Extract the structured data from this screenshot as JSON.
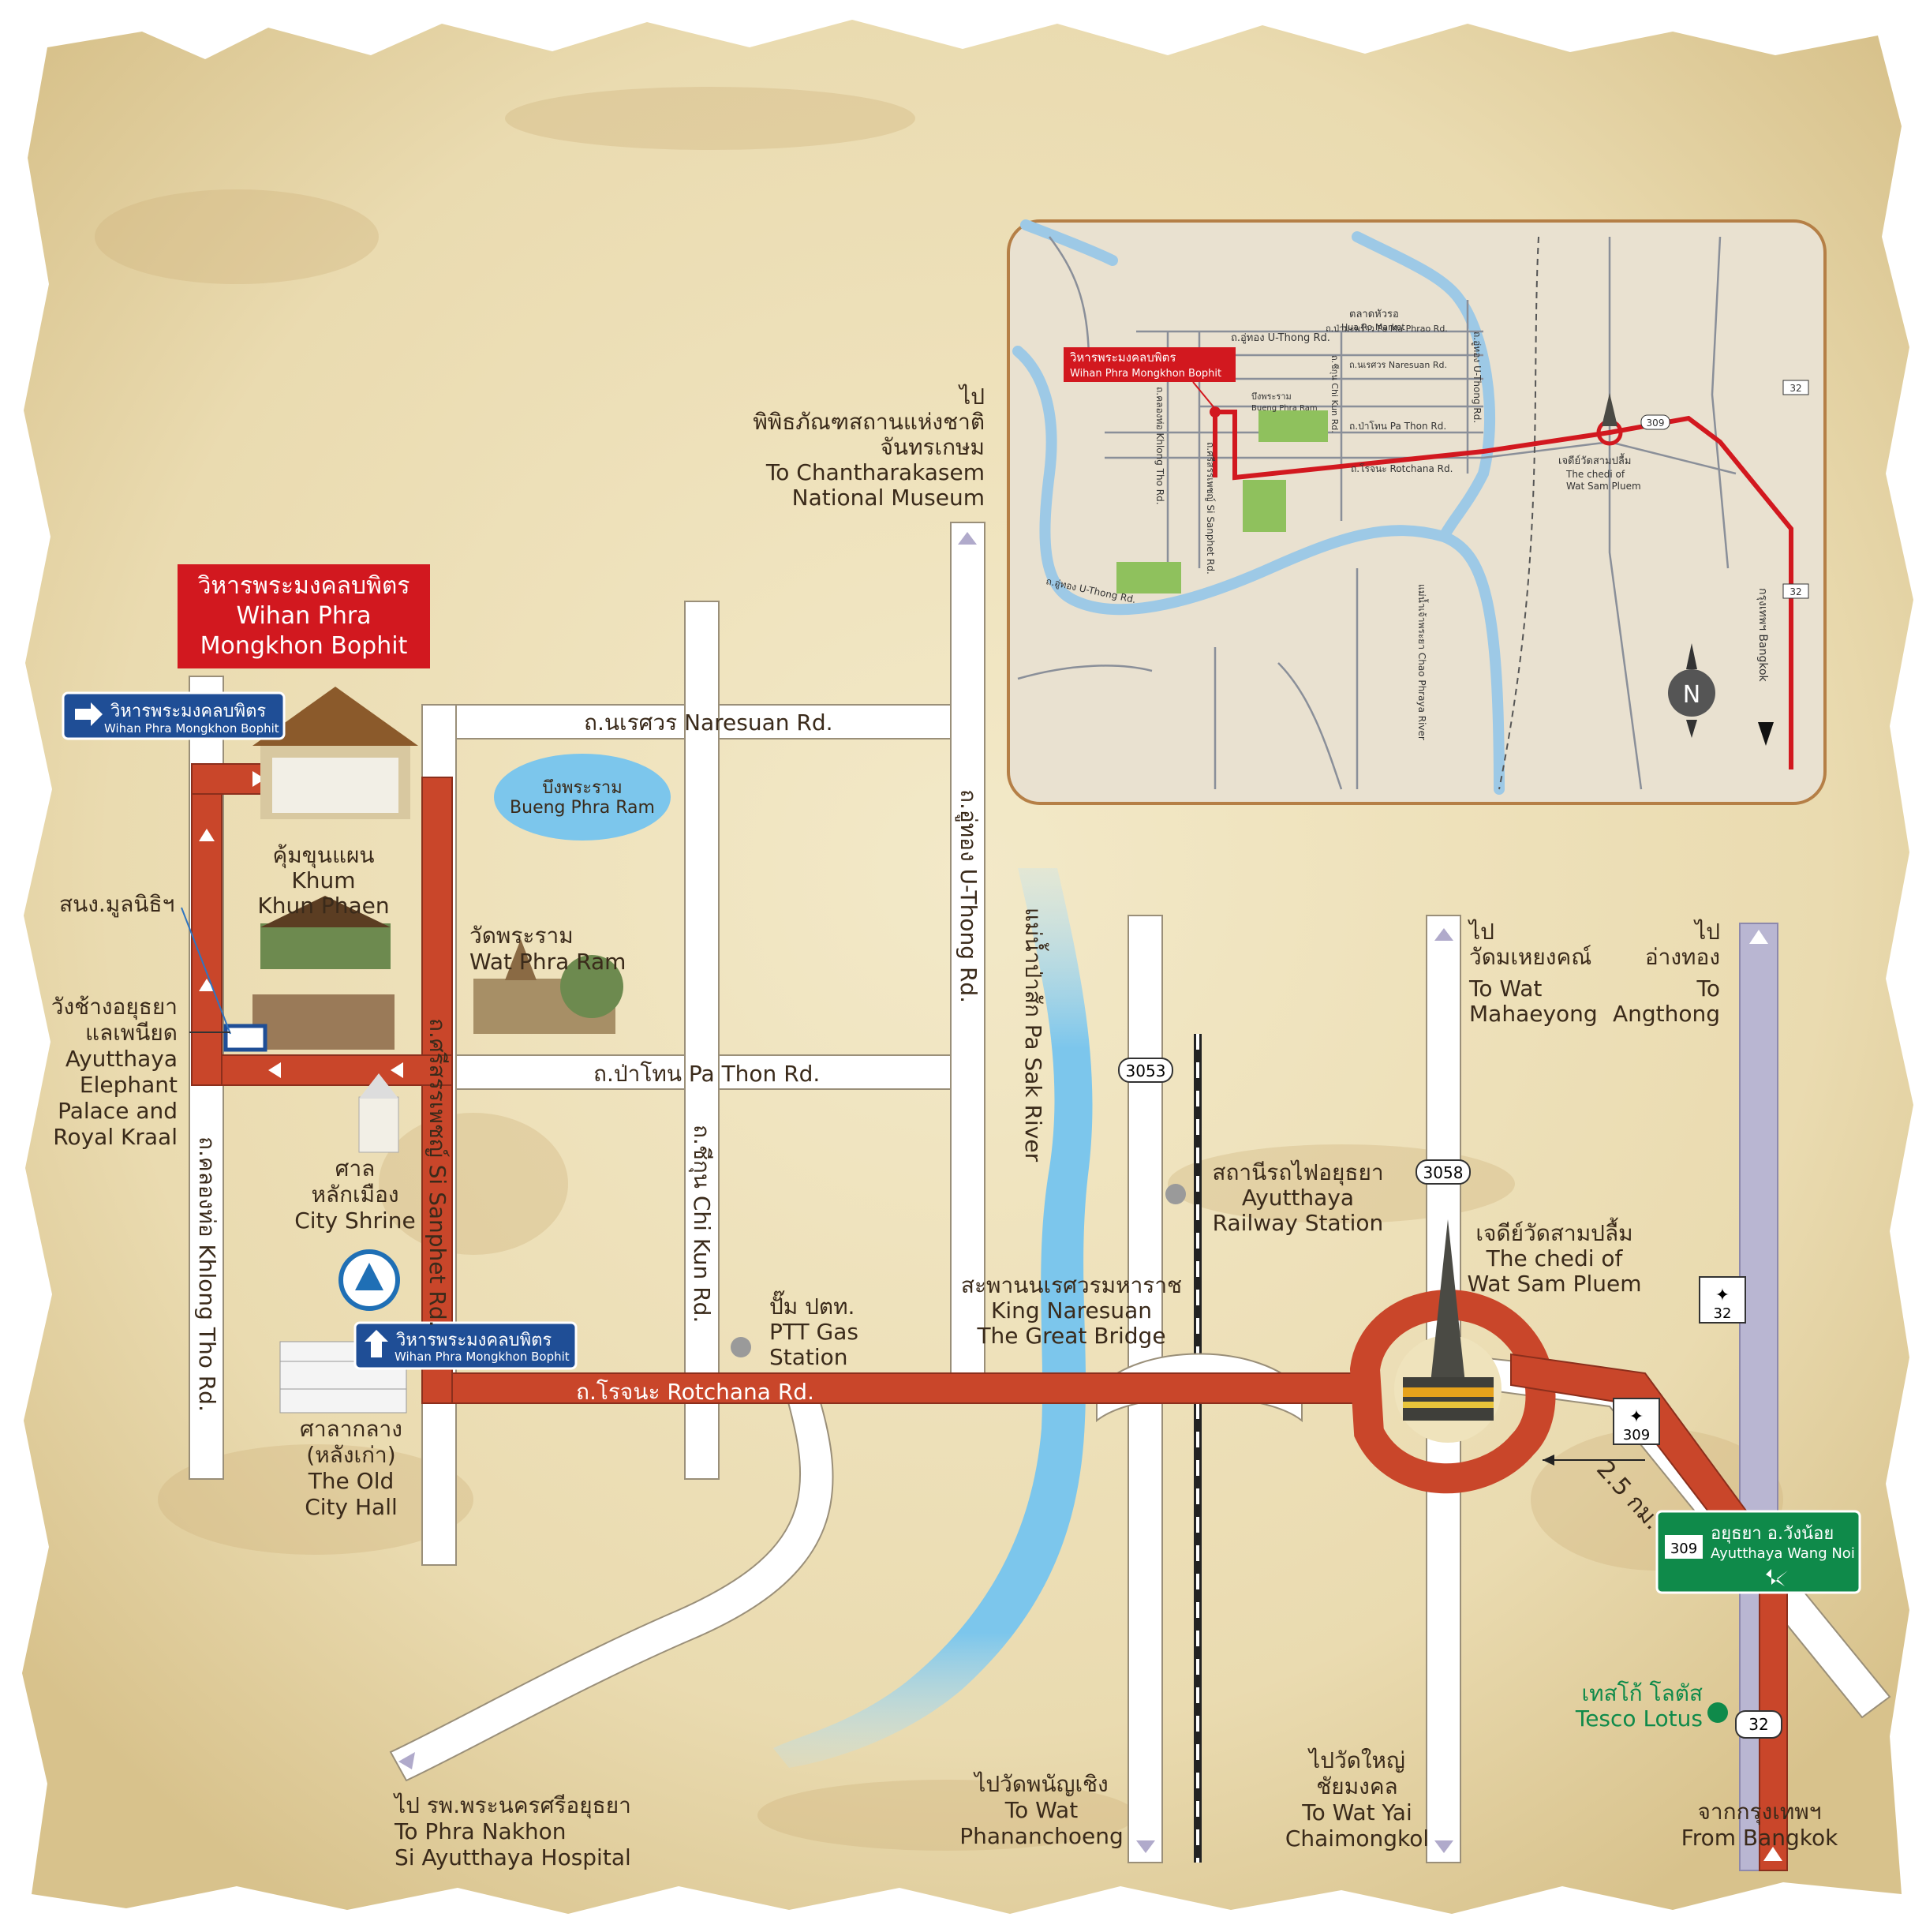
{
  "colors": {
    "paper": "#efe3bc",
    "paper_dark": "#d3bd84",
    "road": "#ffffff",
    "route": "#c9462a",
    "river": "#7cc6ec",
    "brand_red": "#d2181f",
    "sign_blue": "#1f4e96",
    "sign_green": "#0f8a4a",
    "highway_lane": "#b9b6d2",
    "inset_bg": "#e9e1d0",
    "inset_border": "#b57f46"
  },
  "title_badge": {
    "th": "วิหารพระมงคลบพิตร",
    "en1": "Wihan Phra",
    "en2": "Mongkhon Bophit"
  },
  "signs": {
    "wihan_top": {
      "th": "วิหารพระมงคลบพิตร",
      "en": "Wihan Phra Mongkhon Bophit",
      "arrow": "right-arrow-icon"
    },
    "wihan_bottom": {
      "th": "วิหารพระมงคลบพิตร",
      "en": "Wihan Phra Mongkhon Bophit",
      "arrow": "up-arrow-icon"
    },
    "ayutthaya_wang_noi": {
      "th": "อยุธยา อ.วังน้อย",
      "en": "Ayutthaya Wang Noi",
      "route": "309"
    }
  },
  "roads": {
    "naresuan": "ถ.นเรศวร   Naresuan Rd.",
    "pa_thon": "ถ.ป่าโทน   Pa Thon Rd.",
    "rotchana": "ถ.โรจนะ   Rotchana Rd.",
    "u_thong": "ถ.อู่ทอง   U-Thong Rd.",
    "chi_kun": "ถ.ชีกุน   Chi Kun Rd.",
    "si_sanphet": "ถ.ศรีสรรเพชญ์   Si Sanphet Rd.",
    "khlong_tho": "ถ.คลองท่อ   Khlong Tho Rd."
  },
  "river_label": "แม่น้ำป่าสัก Pa Sak River",
  "route_shields": [
    "3053",
    "3058",
    "32",
    "309",
    "32"
  ],
  "distance": "2.5 กม.",
  "places": {
    "bueng_phra_ram": {
      "th": "บึงพระราม",
      "en": "Bueng Phra Ram"
    },
    "wat_phra_ram": {
      "th": "วัดพระราม",
      "en": "Wat Phra Ram"
    },
    "khum_khun_phaen": {
      "th": "คุ้มขุนแผน",
      "en1": "Khum",
      "en2": "Khun Phaen"
    },
    "mulanithi": "สนง.มูลนิธิฯ",
    "elephant_palace": {
      "th1": "วังช้างอยุธยา",
      "th2": "แลเพนียด",
      "en1": "Ayutthaya",
      "en2": "Elephant",
      "en3": "Palace and",
      "en4": "Royal Kraal"
    },
    "city_shrine": {
      "th1": "ศาล",
      "th2": "หลักเมือง",
      "en": "City Shrine"
    },
    "old_city_hall": {
      "th1": "ศาลากลาง",
      "th2": "(หลังเก่า)",
      "en1": "The Old",
      "en2": "City Hall"
    },
    "ptt": {
      "th": "ปั๊ม ปตท.",
      "en1": "PTT Gas",
      "en2": "Station"
    },
    "bridge": {
      "th": "สะพานนเรศวรมหาราช",
      "en1": "King Naresuan",
      "en2": "The Great Bridge"
    },
    "railway": {
      "th": "สถานีรถไฟอยุธยา",
      "en1": "Ayutthaya",
      "en2": "Railway Station"
    },
    "chedi": {
      "th": "เจดีย์วัดสามปลื้ม",
      "en1": "The chedi of",
      "en2": "Wat Sam Pluem"
    },
    "tesco": {
      "th": "เทสโก้ โลตัส",
      "en": "Tesco Lotus"
    }
  },
  "destinations": {
    "museum": {
      "l1": "ไป",
      "l2": "พิพิธภัณฑสถานแห่งชาติ",
      "l3": "จันทรเกษม",
      "l4": "To Chantharakasem",
      "l5": "National Museum"
    },
    "mahaeyong": {
      "l1": "ไป",
      "l2": "วัดมเหยงคณ์",
      "l3": "To Wat",
      "l4": "Mahaeyong"
    },
    "angthong": {
      "l1": "ไป",
      "l2": "อ่างทอง",
      "l3": "To",
      "l4": "Angthong"
    },
    "hospital": {
      "l1": "ไป  รพ.พระนครศรีอยุธยา",
      "l2": "To Phra Nakhon",
      "l3": "Si Ayutthaya Hospital"
    },
    "phananchoeng": {
      "l1": "ไปวัดพนัญเชิง",
      "l2": "To Wat",
      "l3": "Phananchoeng"
    },
    "yai_chaimongkol": {
      "l1": "ไปวัดใหญ่",
      "l2": "ชัยมงคล",
      "l3": "To Wat Yai",
      "l4": "Chaimongkol"
    },
    "bangkok": {
      "l1": "จากกรุงเทพฯ",
      "l2": "From Bangkok"
    }
  },
  "inset": {
    "market": {
      "th": "ตลาดหัวรอ",
      "en": "Hua Ro Market"
    },
    "wihan": {
      "th": "วิหารพระมงคลบพิตร",
      "en": "Wihan Phra Mongkhon Bophit"
    },
    "u_thong_top": "ถ.อู่ทอง U-Thong Rd.",
    "pa_maphrao": "ถ.ป่ามะพร้าว Pa Ma Phrao Rd.",
    "naresuan": "ถ.นเรศวร  Naresuan Rd.",
    "u_thong_right": "ถ.อู่ทอง  U-Thong Rd.",
    "bueng_phra_ram": {
      "th": "บึงพระราม",
      "en": "Bueng Phra Ram"
    },
    "pa_thon": "ถ.ป่าโทน  Pa Thon Rd.",
    "rotchana": "ถ.โรจนะ  Rotchana Rd.",
    "khlong_tho": "ถ.คลองท่อ  Khlong Tho Rd.",
    "si_sanphet": "ถ.ศรีสรรเพชญ์  Si Sanphet Rd.",
    "chi_kun": "ถ.ชีกุน  Chi Kun Rd.",
    "u_thong_bottom": "ถ.อู่ทอง  U-Thong Rd.",
    "chao_phraya": "แม่น้ำเจ้าพระยา  Chao Phraya River",
    "chedi": {
      "th": "เจดีย์วัดสามปลื้ม",
      "en1": "The chedi of",
      "en2": "Wat Sam Pluem"
    },
    "bangkok": "กรุงเทพฯ  Bangkok",
    "shields": [
      "32",
      "309",
      "32"
    ],
    "north": "N"
  }
}
